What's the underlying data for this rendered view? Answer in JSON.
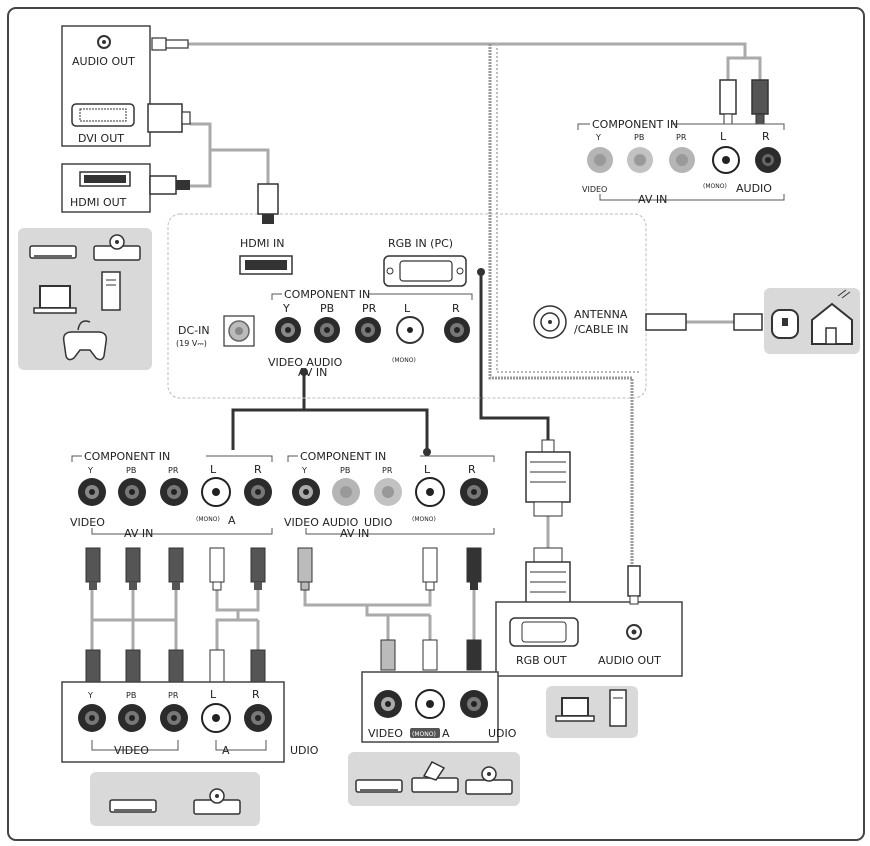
{
  "source_devices": {
    "audio_out_label": "AUDIO OUT",
    "dvi_out_label": "DVI OUT",
    "hdmi_out_label": "HDMI OUT"
  },
  "tv_panel": {
    "hdmi_in_label": "HDMI IN",
    "rgb_in_label": "RGB IN (PC)",
    "dc_in_label": "DC-IN",
    "dc_in_sub": "(19 V⎓)",
    "component_in_label": "COMPONENT IN",
    "jack_labels": [
      "Y",
      "PB",
      "PR",
      "L",
      "R"
    ],
    "video_audio_label": "VIDEO AUDIO",
    "av_in_label": "AV IN",
    "mono_label": "(MONO)"
  },
  "top_right_panel": {
    "component_in_label": "COMPONENT IN",
    "jack_labels": [
      "Y",
      "PB",
      "PR",
      "L",
      "R"
    ],
    "video_label": "VIDEO",
    "av_in_label": "AV IN",
    "audio_label": "AUDIO",
    "mono_label": "(MONO)"
  },
  "antenna": {
    "label_line1": "ANTENNA",
    "label_line2": "/CABLE IN"
  },
  "left_component_panel": {
    "component_in_label": "COMPONENT IN",
    "jack_labels": [
      "Y",
      "PB",
      "PR",
      "L",
      "R"
    ],
    "video_label": "VIDEO",
    "av_in_label": "AV IN",
    "mono_label": "(MONO)",
    "audio_fragment": "A"
  },
  "middle_component_panel": {
    "component_in_label": "COMPONENT IN",
    "jack_labels": [
      "Y",
      "PB",
      "PR",
      "L",
      "R"
    ],
    "video_audio_label": "VIDEO AUDIO",
    "udio_fragment": "UDIO",
    "av_in_label": "AV IN",
    "mono_label": "(MONO)"
  },
  "pc_box": {
    "rgb_out_label": "RGB OUT",
    "audio_out_label": "AUDIO OUT"
  },
  "bottom_left_device": {
    "jack_labels": [
      "Y",
      "PB",
      "PR",
      "L",
      "R"
    ],
    "video_label": "VIDEO",
    "a_fragment": "A",
    "udio_fragment": "UDIO"
  },
  "bottom_mid_device": {
    "video_label": "VIDEO",
    "mono_label": "(MONO)",
    "a_fragment": "A",
    "udio_fragment": "UDIO"
  },
  "colors": {
    "frame": "#444444",
    "cable": "#333333",
    "dotted_cable": "#999999",
    "device_bg": "#d9d9d9",
    "jack_gray": "#b5b5b5",
    "jack_dark": "#2b2b2b"
  }
}
